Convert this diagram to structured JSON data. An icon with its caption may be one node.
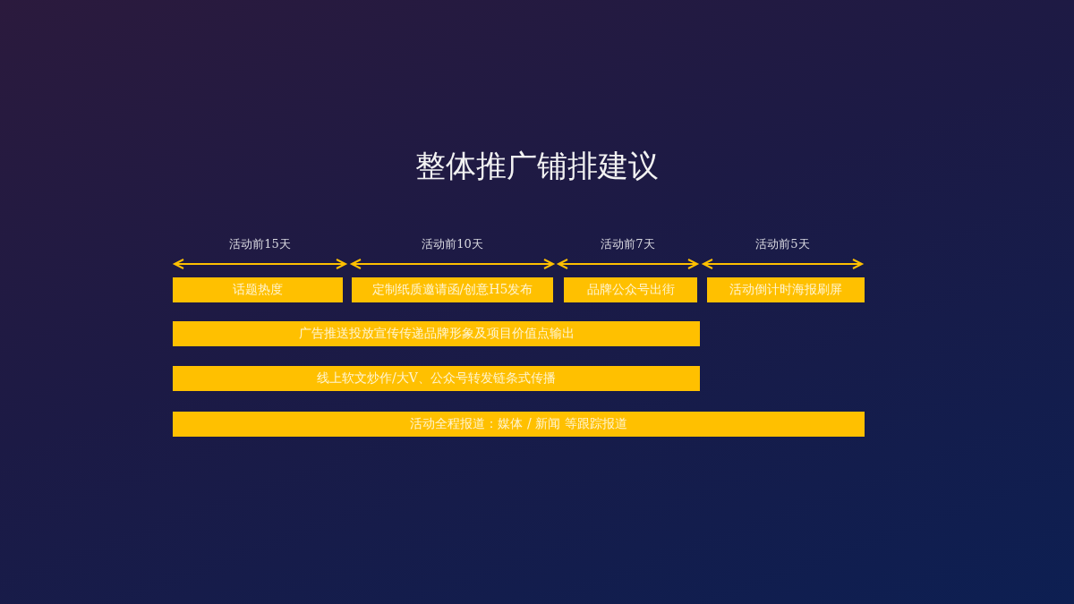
{
  "diagram": {
    "title": "整体推广铺排建议",
    "nodes": [
      {
        "text": [
          "话题热度"
        ]
      },
      {
        "text": [
          "定制纸质邀请函/创意H5发布"
        ]
      },
      {
        "text": [
          "品牌公众号出街"
        ]
      },
      {
        "text": [
          "活动倒计时海报刷屏"
        ]
      },
      {
        "text": [
          "广告推送投放宣传传递品牌形象及项目价值点输出"
        ]
      },
      {
        "text": [
          "线上软文炒作/大V、公众号转发链条式传播"
        ]
      },
      {
        "text": [
          "活动全程报道：媒体 / 新闻 等跟踪报道"
        ]
      }
    ],
    "labels": [
      "活动前15天",
      "活动前10天",
      "活动前7天",
      "活动前5天"
    ]
  }
}
